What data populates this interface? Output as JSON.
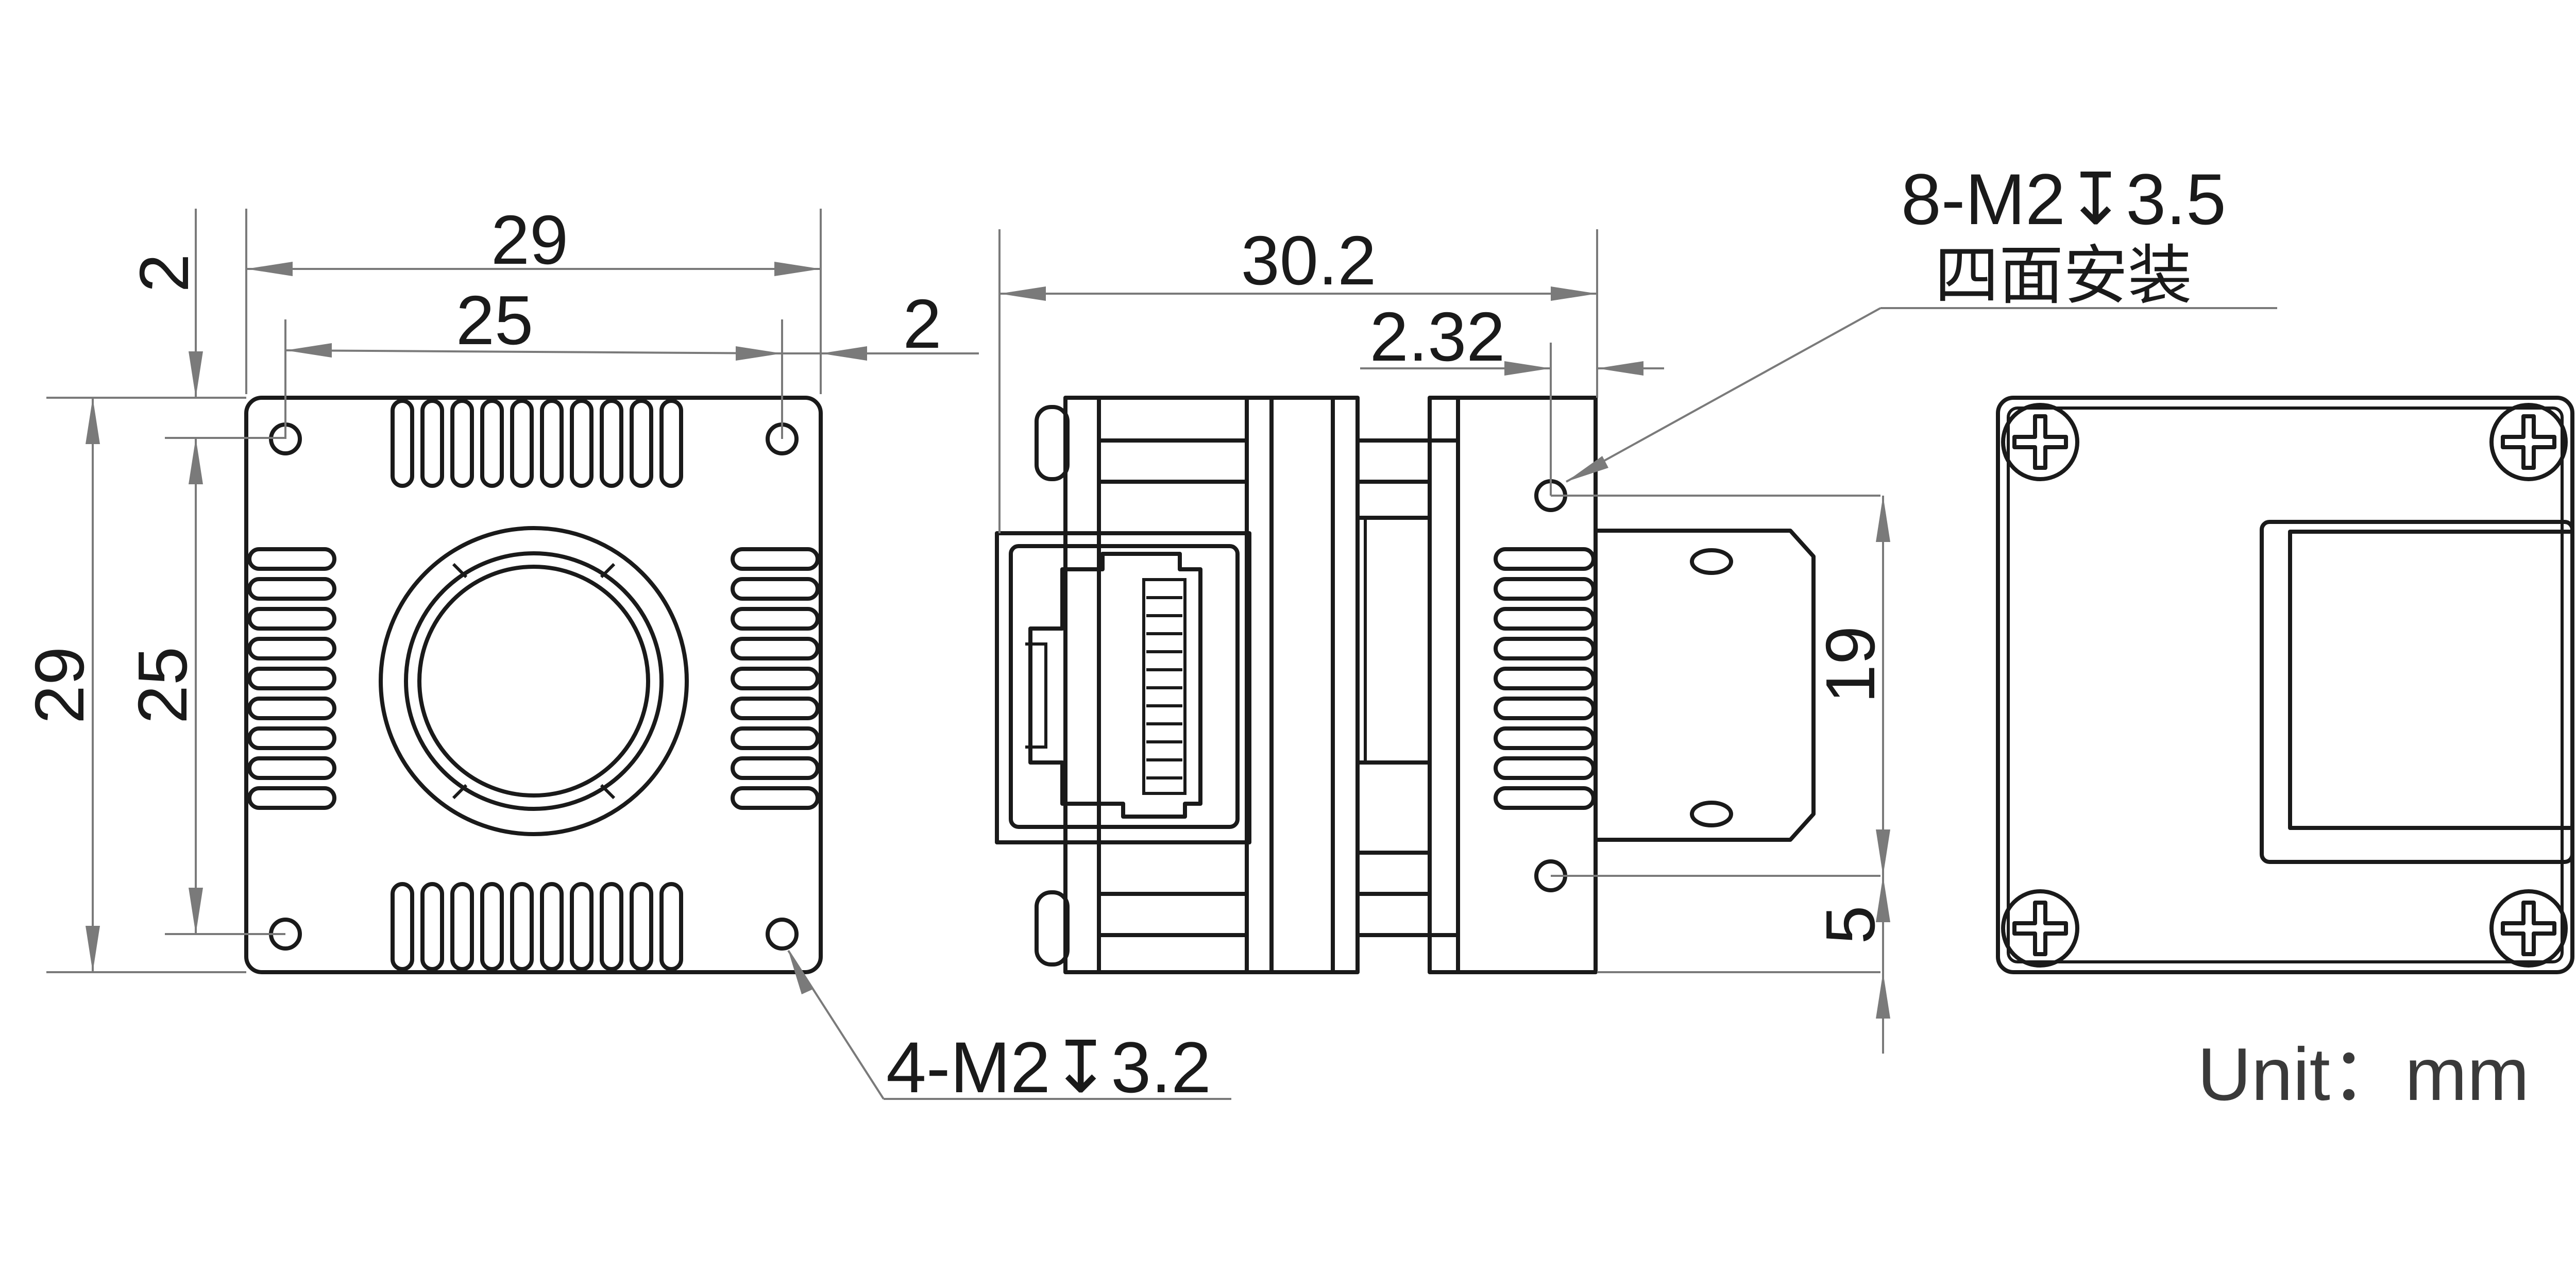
{
  "front_view": {
    "dims": {
      "width_outer": "29",
      "width_holes": "25",
      "offset_top": "2",
      "offset_right": "2",
      "height_outer": "29",
      "height_holes": "25"
    },
    "hole_note": "4-M2↧3.2"
  },
  "side_view": {
    "dims": {
      "length": "30.2",
      "hole_offset": "2.32",
      "hole_spacing": "19",
      "hole_bottom": "5"
    },
    "hole_note": "8-M2↧3.5",
    "hole_note_sub": "四面安装"
  },
  "unit_label": "Unit：mm"
}
